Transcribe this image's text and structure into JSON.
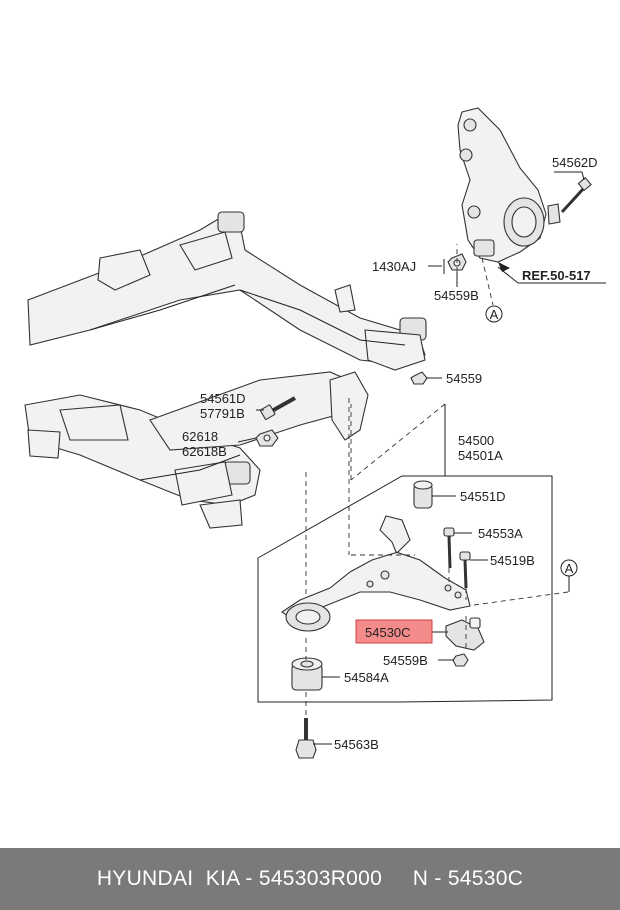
{
  "labels": {
    "p54562D": "54562D",
    "p1430AJ": "1430AJ",
    "p54559B_top": "54559B",
    "ref": "REF.50-517",
    "circleA1": "A",
    "p54559": "54559",
    "p54561D": "54561D",
    "p57791B": "57791B",
    "p62618": "62618",
    "p62618B": "62618B",
    "p54500": "54500",
    "p54501A": "54501A",
    "p54551D": "54551D",
    "p54553A": "54553A",
    "p54519B": "54519B",
    "circleA2": "A",
    "p54530C": "54530C",
    "p54559B_bottom": "54559B",
    "p54584A": "54584A",
    "p54563B": "54563B"
  },
  "highlight_color": "#f48b8b",
  "footer": {
    "text": "HYUNDAI  KIA - 545303R000     N - 54530C"
  }
}
